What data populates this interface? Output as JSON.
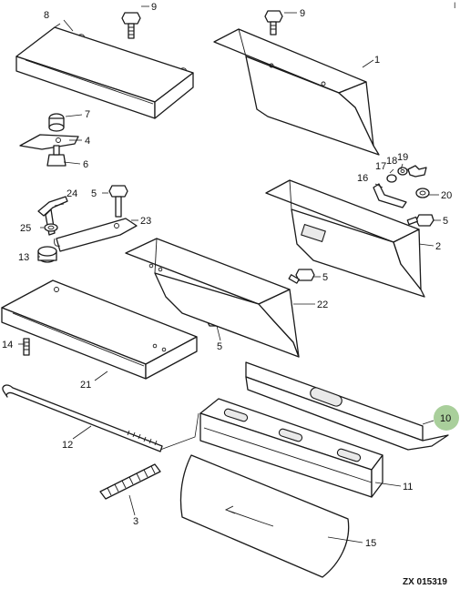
{
  "labels": {
    "p1": "1",
    "p2": "2",
    "p3": "3",
    "p4": "4",
    "p5a": "5",
    "p5b": "5",
    "p5c": "5",
    "p5d": "5",
    "p6": "6",
    "p7": "7",
    "p8": "8",
    "p9a": "9",
    "p9b": "9",
    "p10": "10",
    "p11": "11",
    "p12": "12",
    "p13": "13",
    "p14": "14",
    "p15": "15",
    "p16": "16",
    "p17": "17",
    "p18": "18",
    "p19": "19",
    "p20": "20",
    "p21": "21",
    "p22": "22",
    "p23": "23",
    "p24": "24",
    "p25": "25"
  },
  "reference_code": "ZX 015319",
  "corner_mark": "I",
  "highlight_color": "#a9cf9b"
}
